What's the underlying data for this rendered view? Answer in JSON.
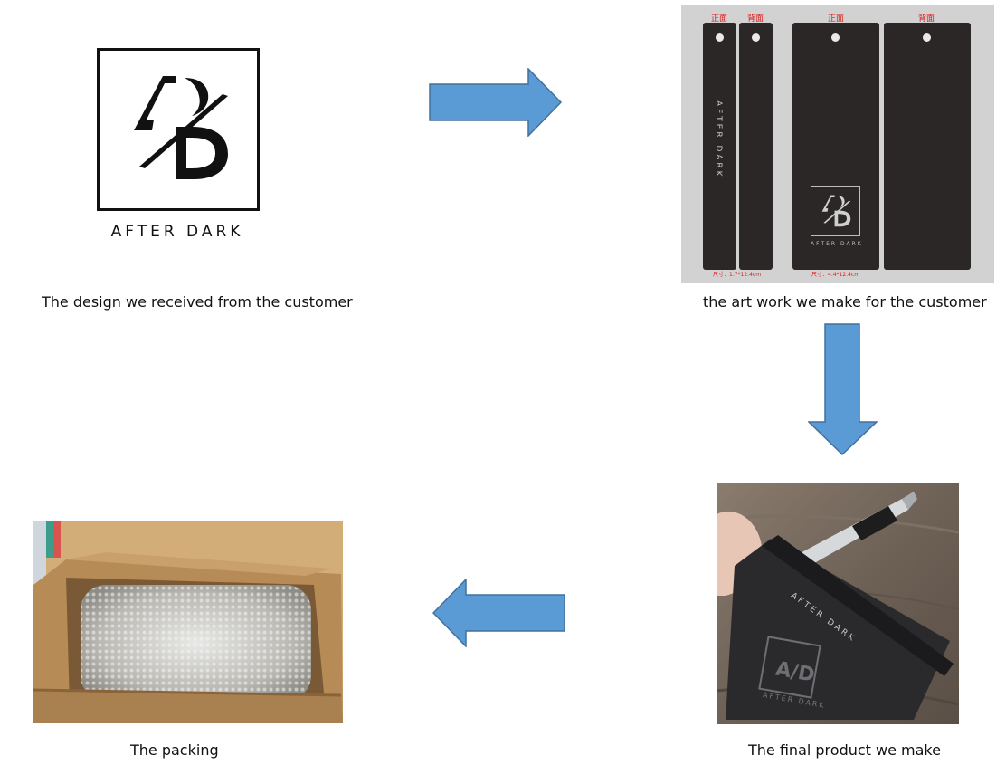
{
  "captions": {
    "design": "The design we received from the customer",
    "artwork": "the art work we make for the customer",
    "product": "The final product we make",
    "packing": "The packing"
  },
  "logo": {
    "wordmark": "AFTER DARK"
  },
  "artwork": {
    "tag1": {
      "side": "正面",
      "vertical_text": "AFTER DARK",
      "size": "尺寸：1.7*12.4cm"
    },
    "tag2": {
      "side": "背面"
    },
    "tag3": {
      "side": "正面",
      "wordmark": "AFTER DARK",
      "size": "尺寸：4.4*12.4cm"
    },
    "tag4": {
      "side": "背面"
    }
  },
  "product_photo": {
    "strip_text": "AFTER DARK",
    "tag_text": "AFTER DARK"
  },
  "colors": {
    "arrow_fill": "#5b9bd5",
    "arrow_stroke": "#41719c",
    "tag_dark": "#2b2726",
    "red_label": "#e01818"
  },
  "icons": {
    "flow_arrows": [
      "arrow-right-icon",
      "arrow-down-icon",
      "arrow-left-icon"
    ]
  }
}
